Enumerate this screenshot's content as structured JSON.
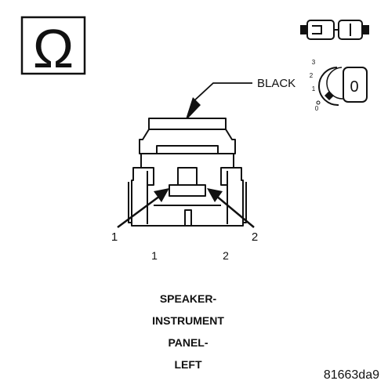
{
  "meter_symbol": "Ω",
  "color_label": "BLACK",
  "key_glyph": {
    "letter": "0",
    "positions": [
      "3",
      "2",
      "1",
      "0"
    ]
  },
  "callouts": [
    "1",
    "2"
  ],
  "pin_numbers": [
    "1",
    "2"
  ],
  "title_lines": [
    "SPEAKER-",
    "INSTRUMENT",
    "PANEL-",
    "LEFT"
  ],
  "figure_id": "81663da9",
  "colors": {
    "ink": "#111111",
    "paper": "#ffffff"
  }
}
